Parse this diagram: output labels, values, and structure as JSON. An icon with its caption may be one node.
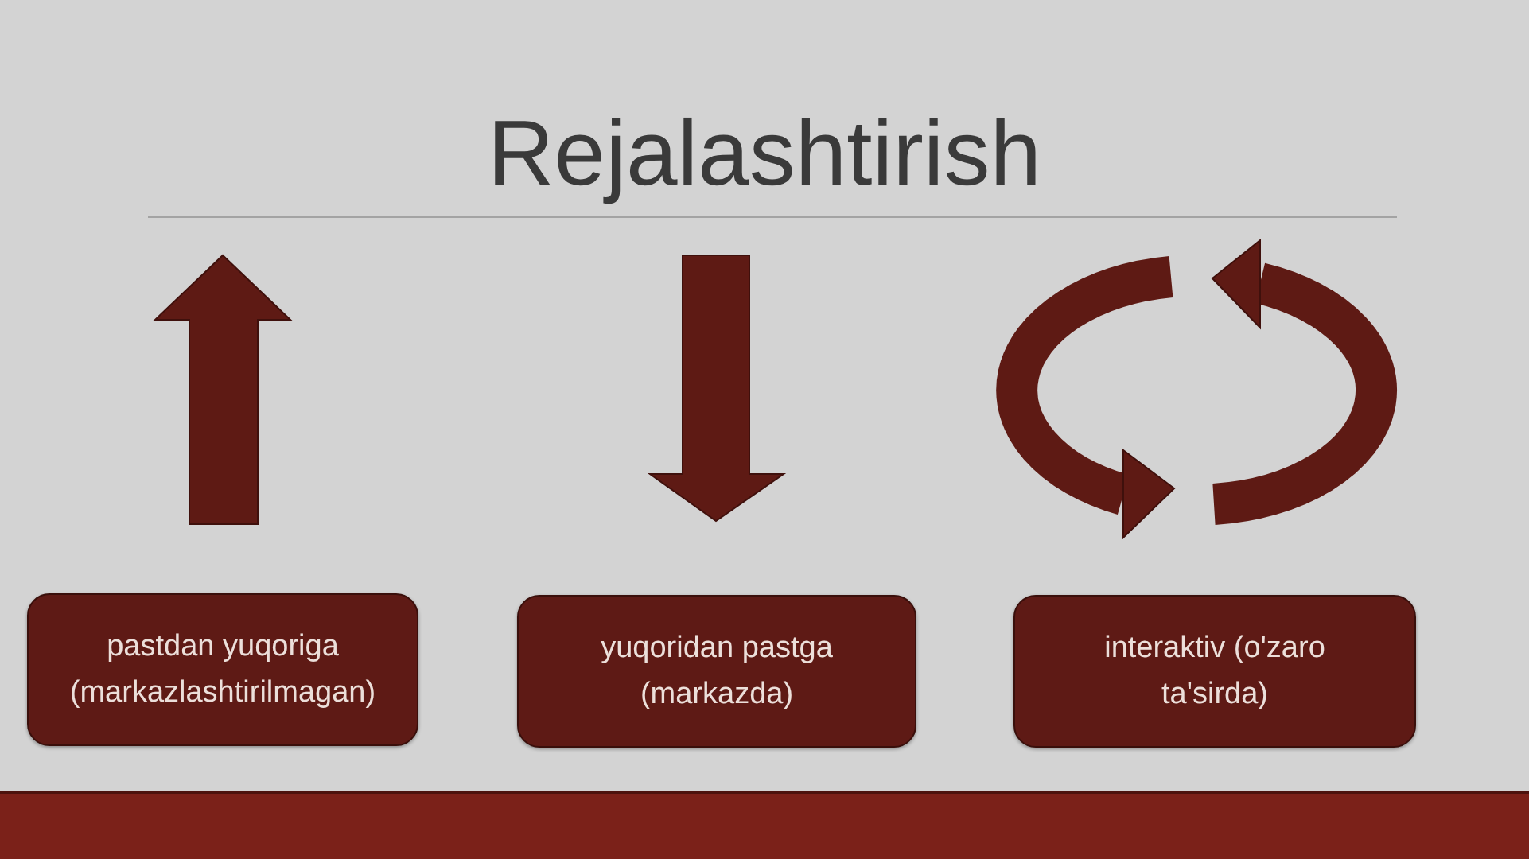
{
  "diagram": {
    "title": "Rejalashtirish",
    "nodes": [
      {
        "text": [
          "pastdan yuqoriga (markazlashtirilmagan)"
        ]
      },
      {
        "text": [
          "yuqoridan pastga (markazda)"
        ]
      },
      {
        "text": [
          "interaktiv (o'zaro ta'sirda)"
        ]
      }
    ]
  }
}
